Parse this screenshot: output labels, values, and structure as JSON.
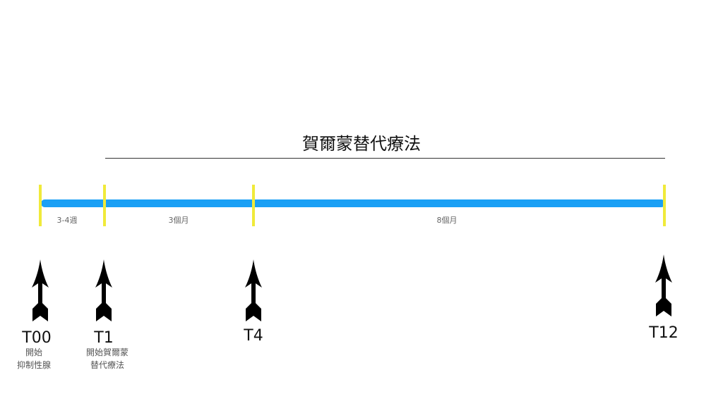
{
  "title": "賀爾蒙替代療法",
  "durations": [
    "3-4週",
    "3個月",
    "8個月"
  ],
  "milestones": [
    {
      "label": "T00",
      "desc": [
        "開始",
        "抑制性腺"
      ]
    },
    {
      "label": "T1",
      "desc": [
        "開始賀爾蒙",
        "替代療法"
      ]
    },
    {
      "label": "T4"
    },
    {
      "label": "T12"
    }
  ],
  "colors": {
    "bar": "#1aa0f5",
    "tick": "#f0ea3a"
  }
}
